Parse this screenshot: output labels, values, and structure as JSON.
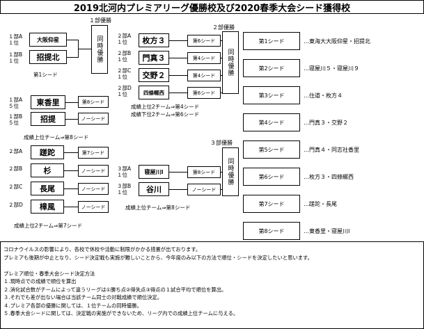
{
  "title": "2019北河内プレミアリーグ優勝校及び2020春季大会シード獲得校",
  "block1": {
    "header": "１部優勝",
    "a_label": [
      "１部A",
      "１位"
    ],
    "b_label": [
      "１部B",
      "１位"
    ],
    "team_a": "大阪仰星",
    "team_b": "招提北",
    "winner_text": "同時優勝",
    "seed": "第1シード"
  },
  "block2": {
    "a_label": [
      "１部A",
      "５位"
    ],
    "b_label": [
      "１部B",
      "５位"
    ],
    "team_a": "東香里",
    "team_b": "招提",
    "seed_a": "第8シード",
    "seed_b": "ノーシード",
    "note": "成績上位チーム⇒第8シード"
  },
  "block3": {
    "labels": [
      "２部A",
      "２部B",
      "２部C",
      "２部D"
    ],
    "teams": [
      "蹉跎",
      "杉",
      "長尾",
      "樟風"
    ],
    "seeds": [
      "第7シード",
      "ノーシード",
      "ノーシード",
      "ノーシード"
    ],
    "note": "成績上位2チーム⇒第7シード"
  },
  "block4": {
    "header": "２部優勝",
    "labels": [
      [
        "２部A",
        "１位"
      ],
      [
        "２部B",
        "１位"
      ],
      [
        "２部C",
        "１位"
      ],
      [
        "２部D",
        "１位"
      ]
    ],
    "teams": [
      "枚方３",
      "門真３",
      "交野２",
      "四條畷西"
    ],
    "seeds": [
      "第6シード",
      "第4シード",
      "第4シード",
      "第6シード"
    ],
    "winner_text": "同時優勝",
    "note1": "成績上位2チーム⇒第4シード",
    "note2": "成績下位2チーム⇒第6シード"
  },
  "block5": {
    "header": "３部優勝",
    "labels": [
      [
        "３部A",
        "１位"
      ],
      [
        "３部B",
        "１位"
      ]
    ],
    "teams": [
      "寝屋川Ⅰ",
      "谷川"
    ],
    "seeds": [
      "第8シード",
      "ノーシード"
    ],
    "winner_text": "同時優勝",
    "note": "成績上位チーム⇒第8シード"
  },
  "seeds": [
    {
      "label": "第1シード",
      "result": "…東海大大阪仰星・招提北"
    },
    {
      "label": "第2シード",
      "result": "…寝屋川５・寝屋川９"
    },
    {
      "label": "第3シード",
      "result": "…住道・枚方４"
    },
    {
      "label": "第4シード",
      "result": "…門真３・交野２"
    },
    {
      "label": "第5シード",
      "result": "…門真４・同志社香里"
    },
    {
      "label": "第6シード",
      "result": "…枚方３・四條畷西"
    },
    {
      "label": "第7シード",
      "result": "…蹉跎・長尾"
    },
    {
      "label": "第8シード",
      "result": "…東香里・寝屋川Ⅰ"
    }
  ],
  "notes": [
    "コロナウイルスの影響により、各校で休校や活動に制限がかかる措置が出ております。",
    "プレミアも後期が中止となり、シード決定戦も実施が難しいことから、今年度のみ以下の方法で順位・シードを決定したいと思います。",
    "",
    "プレミア順位・春季大会シード決定方法",
    "１.現時点での成績で順位を算出",
    "２.消化試合数がチームによって違うリーグは①勝ち点②得失点③得点の１試合平均で順位を算出。",
    "３.それでも差が出ない場合は当該チーム同士の対戦成績で順位決定。",
    "４.プレミア各部の優勝に関しては、１位チームの同時優勝。",
    "５.春季大会シードに関しては、決定戦の実施ができないため、リーグ内での成績上位チームに与える。"
  ]
}
